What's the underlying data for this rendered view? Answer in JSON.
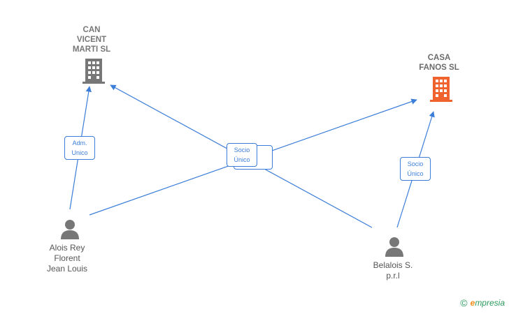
{
  "companies": [
    {
      "id": "can-vicent",
      "name": "CAN\nVICENT\nMARTI  SL",
      "color": "#777777"
    },
    {
      "id": "casa-fanos",
      "name": "CASA\nFANOS  SL",
      "color": "#f0622e"
    }
  ],
  "persons": [
    {
      "id": "alois",
      "name": "Alois Rey\nFlorent\nJean Louis"
    },
    {
      "id": "belalois",
      "name": "Belalois S.\np.r.l"
    }
  ],
  "relations": [
    {
      "id": "adm",
      "label": "Adm.\nUnico"
    },
    {
      "id": "socio-center",
      "label": "Socio\nÚnico"
    },
    {
      "id": "socio-center-ghost",
      "label": "...\n..."
    },
    {
      "id": "socio-right",
      "label": "Socio\nÚnico"
    }
  ],
  "brand": {
    "copyright": "©",
    "initial": "e",
    "rest": "mpresia"
  },
  "colors": {
    "edge": "#3b7dd8",
    "accent": "#f0622e",
    "neutral": "#777777"
  }
}
